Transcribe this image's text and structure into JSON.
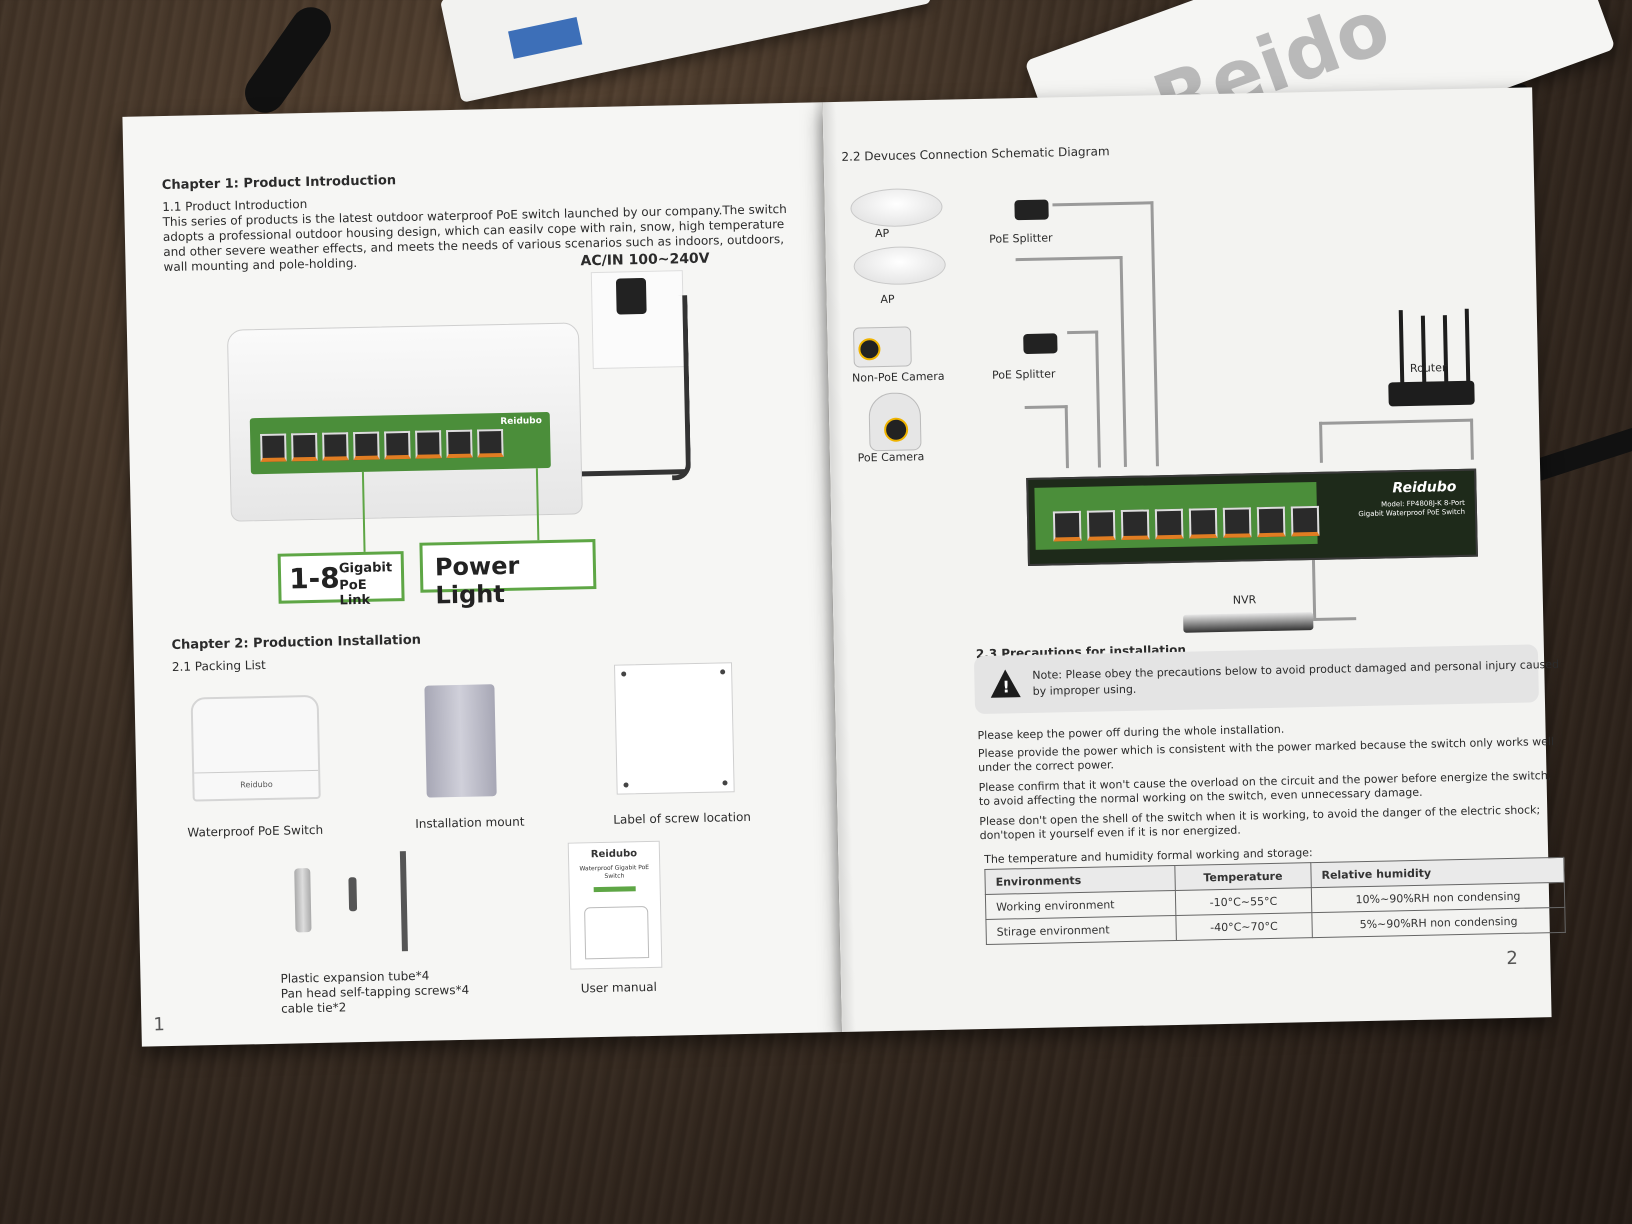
{
  "background": {
    "box_brand": "Reido"
  },
  "left_page": {
    "chapter1_title": "Chapter 1: Product Introduction",
    "section_1_1": "1.1 Product Introduction",
    "intro_lines": [
      "This series of products is the latest outdoor waterproof PoE switch launched by our company.The switch",
      "adopts a professional outdoor housing design, which can easilv cope with rain, snow, high temperature",
      "and other severe weather effects, and meets the needs of various scenarios such as indoors, outdoors,",
      "wall mounting and pole-holding."
    ],
    "ac_label": "AC/IN 100~240V",
    "switch_brand": "Reidubo",
    "callout_port_big": "1-8",
    "callout_port_small_1": "Gigabit",
    "callout_port_small_2": "PoE Link",
    "callout_power": "Power Light",
    "chapter2_title": "Chapter 2: Production Installation",
    "section_2_1": "2.1 Packing List",
    "items": {
      "switch": "Waterproof PoE Switch",
      "switch_brand": "Reidubo",
      "mount": "Installation mount",
      "label": "Label of screw location",
      "accessories_1": "Plastic expansion tube*4",
      "accessories_2": "Pan head self-tapping screws*4",
      "accessories_3": "cable tie*2",
      "manual": "User manual",
      "manual_brand": "Reidubo",
      "manual_sub": "Waterproof Gigabit PoE Switch"
    },
    "page_number": "1"
  },
  "right_page": {
    "section_2_2": "2.2 Devuces Connection Schematic Diagram",
    "devices": {
      "ap1": "AP",
      "ap2": "AP",
      "splitter1": "PoE Splitter",
      "splitter2": "PoE Splitter",
      "non_poe_camera": "Non-PoE Camera",
      "poe_camera": "PoE Camera",
      "router": "Router",
      "nvr": "NVR",
      "switch_brand": "Reidubo",
      "switch_model": "Model: FP4808J-K 8-Port Gigabit Waterproof PoE Switch"
    },
    "section_2_3": "2.3 Precautions for installation",
    "note_1": "Note: Please obey the precautions below to avoid product damaged and personal injury caused",
    "note_2": "by improper using.",
    "precautions": [
      "Please keep the power off during the whole installation.",
      "Please provide the power which is consistent with the power marked because the switch only works well",
      "under the correct power.",
      "Please confirm that it won't cause the overload on the circuit and the power before energize the switch,",
      "to avoid affecting the normal working on the switch, even unnecessary damage.",
      "Please don't open the shell of the switch when it is working, to avoid the danger of the electric shock;",
      "don'topen it yourself even if it is nor energized."
    ],
    "table_caption": "The temperature and humidity formal working and storage:",
    "table": {
      "headers": [
        "Environments",
        "Temperature",
        "Relative humidity"
      ],
      "rows": [
        [
          "Working environment",
          "-10°C~55°C",
          "10%~90%RH non condensing"
        ],
        [
          "Stirage environment",
          "-40°C~70°C",
          "5%~90%RH non condensing"
        ]
      ]
    },
    "page_number": "2"
  }
}
